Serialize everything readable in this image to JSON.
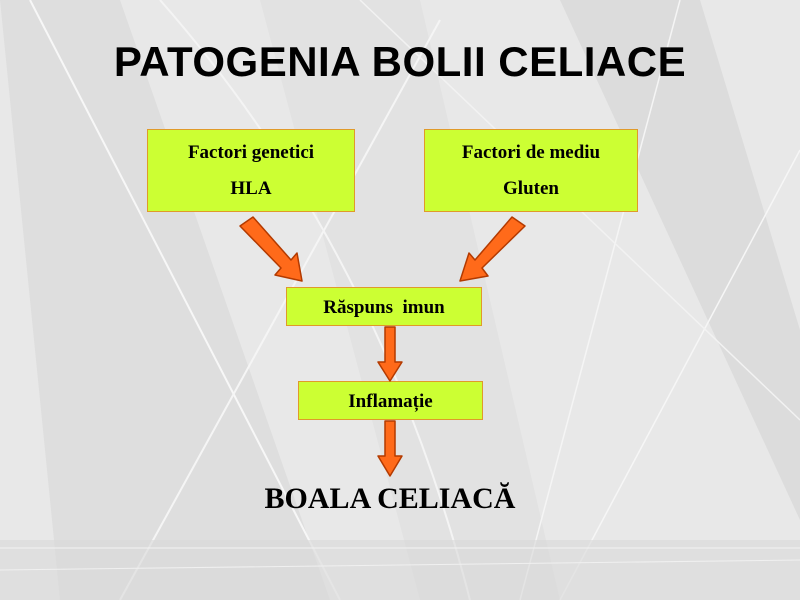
{
  "title": "PATOGENIA BOLII CELIACE",
  "boxes": {
    "genetic": {
      "line1": "Factori genetici",
      "line2": "HLA"
    },
    "environment": {
      "line1": "Factori de mediu",
      "line2": "Gluten"
    },
    "immune": "Răspuns  imun",
    "inflammation": "Inflamație"
  },
  "result": "BOALA CELIACĂ",
  "colors": {
    "box_fill": "#ccff33",
    "box_border": "#e09a2a",
    "arrow_fill": "#ff6a1a",
    "arrow_stroke": "#b33a00"
  }
}
